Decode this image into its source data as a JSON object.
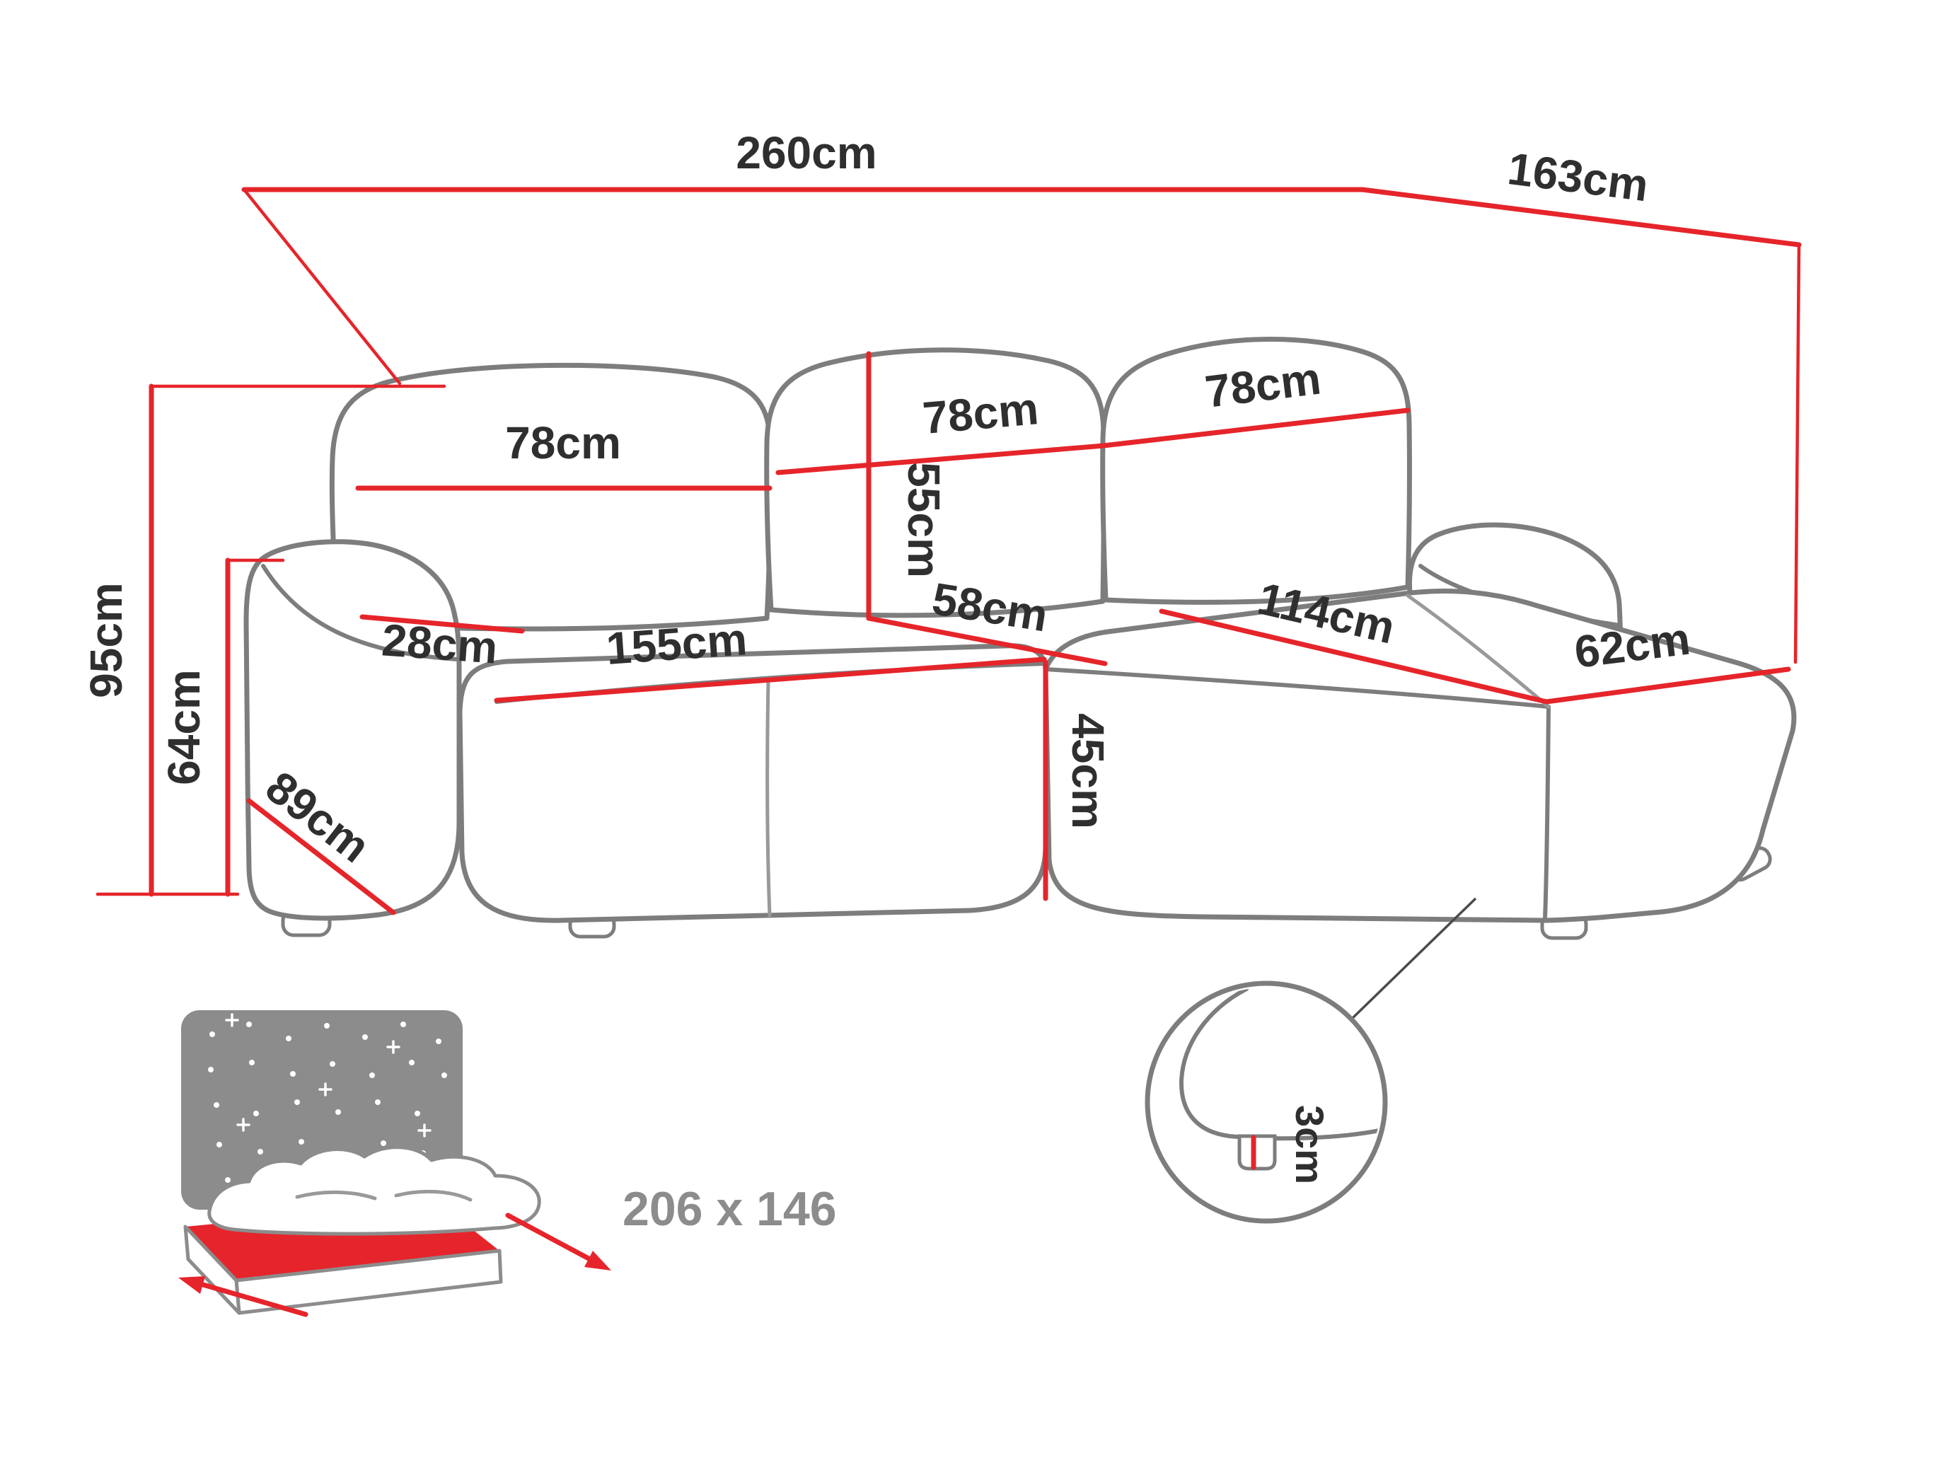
{
  "colors": {
    "dimension_line": "#e5252a",
    "outline_gray": "#7d7d7d",
    "label_text": "#2f2f2f",
    "sleeping_text": "#8c8c8c",
    "bed_red": "#e6242b",
    "headboard_gray": "#8c8c8c"
  },
  "dimensions": {
    "total_width": "260cm",
    "total_depth": "163cm",
    "total_height": "95cm",
    "armrest_height": "64cm",
    "armrest_depth": "89cm",
    "back_cushions": [
      "78cm",
      "78cm",
      "78cm"
    ],
    "backrest_height": "55cm",
    "seat_depth": "58cm",
    "armrest_width": "28cm",
    "seat_width": "155cm",
    "chaise_length": "114cm",
    "chaise_width": "62cm",
    "seat_height": "45cm",
    "leg_height": "3cm"
  },
  "sleeping_area": {
    "size": "206 x 146"
  }
}
